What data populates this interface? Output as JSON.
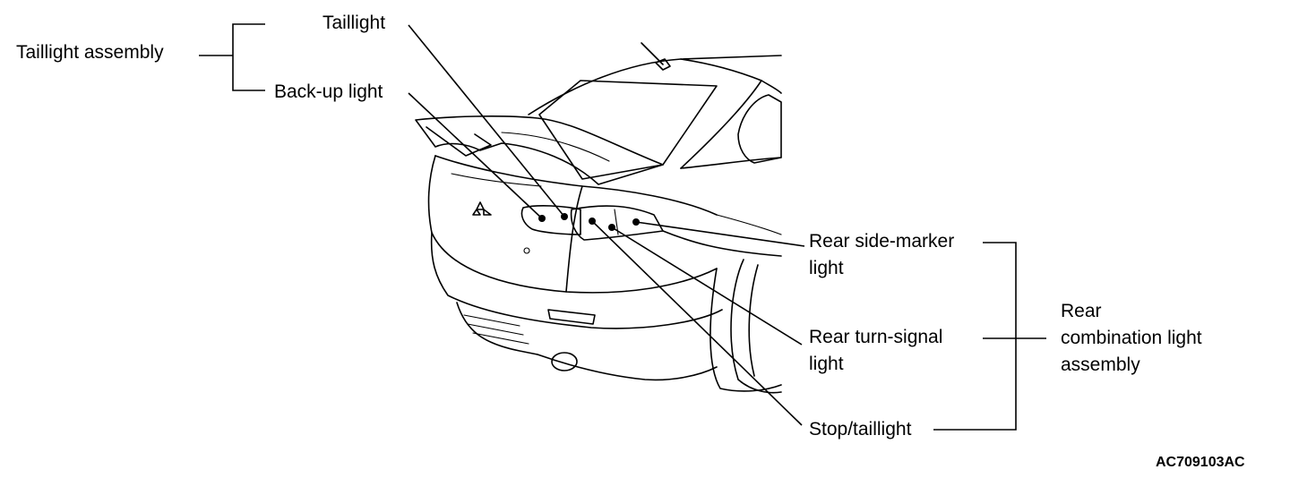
{
  "labels": {
    "taillight_assembly": "Taillight assembly",
    "taillight": "Taillight",
    "backup_light": "Back-up light",
    "rear_side_marker_line1": "Rear side-marker",
    "rear_side_marker_line2": "light",
    "rear_turn_signal_line1": "Rear turn-signal",
    "rear_turn_signal_line2": "light",
    "stop_taillight": "Stop/taillight",
    "rear_combination_line1": "Rear",
    "rear_combination_line2": "combination light",
    "rear_combination_line3": "assembly"
  },
  "figure_id": "AC709103AC",
  "colors": {
    "line": "#000000",
    "background": "#ffffff"
  }
}
